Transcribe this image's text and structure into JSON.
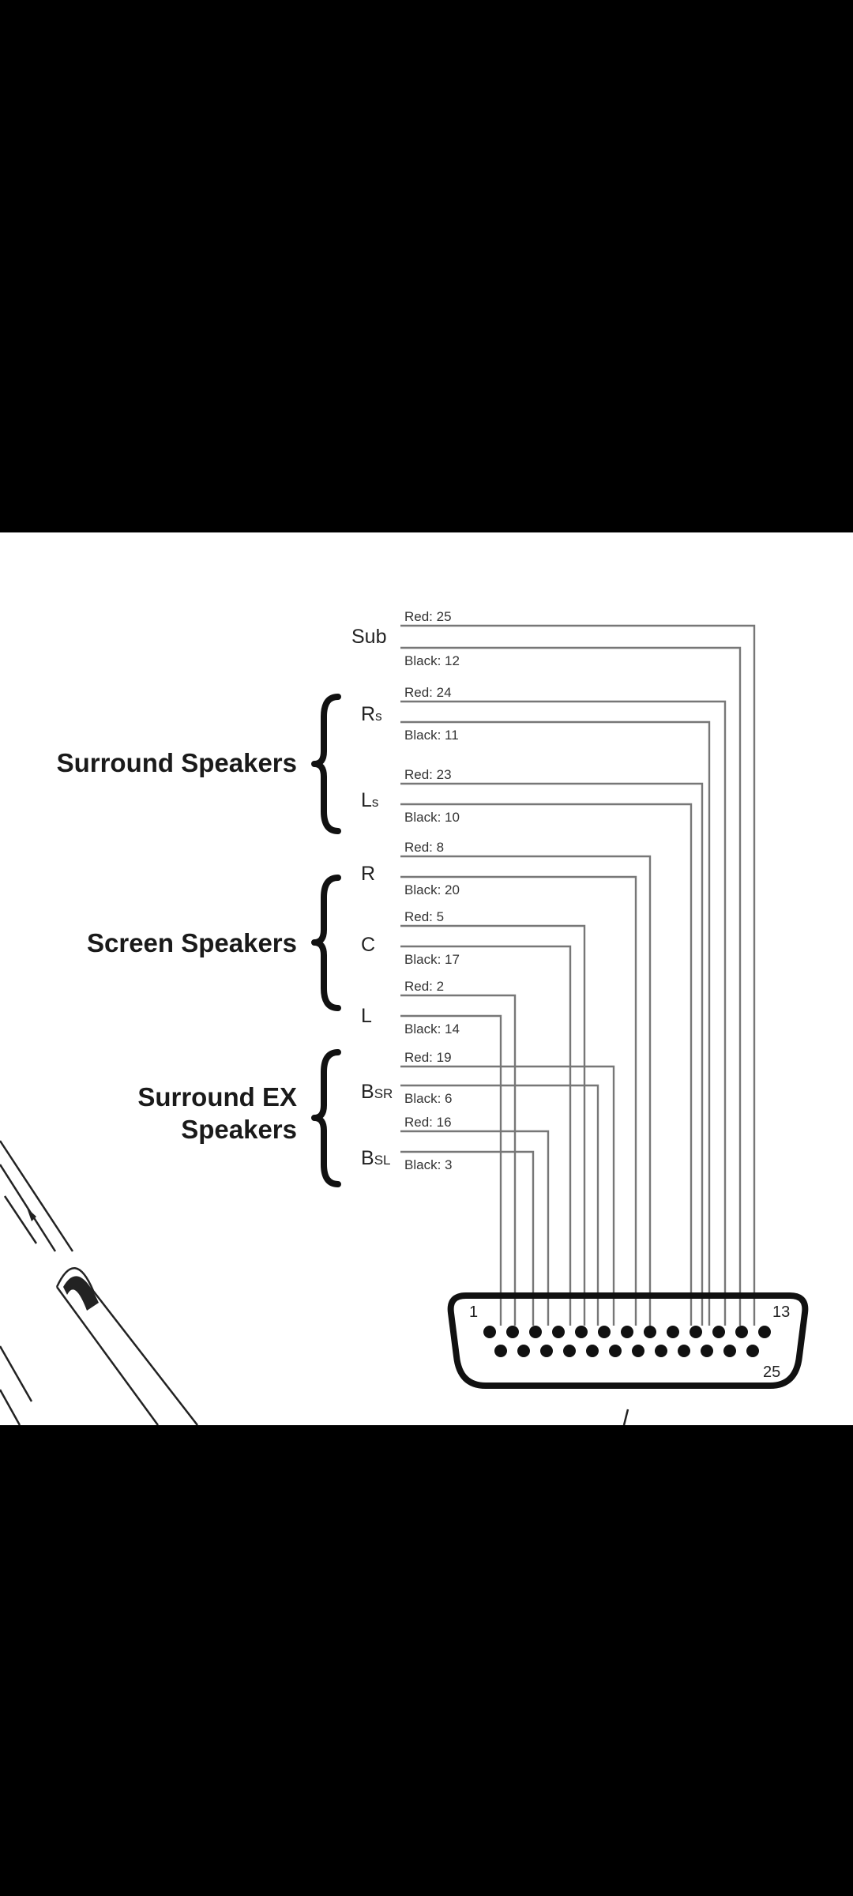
{
  "groups": [
    {
      "lines": [
        "Surround Speakers"
      ]
    },
    {
      "lines": [
        "Screen Speakers"
      ]
    },
    {
      "lines": [
        "Surround EX",
        "Speakers"
      ]
    }
  ],
  "speakers": [
    {
      "main": "Sub",
      "sub": "",
      "red": "Red: 25",
      "black": "Black: 12"
    },
    {
      "main": "R",
      "sub": "s",
      "red": "Red: 24",
      "black": "Black: 11"
    },
    {
      "main": "L",
      "sub": "s",
      "red": "Red: 23",
      "black": "Black: 10"
    },
    {
      "main": "R",
      "sub": "",
      "red": "Red: 8",
      "black": "Black: 20"
    },
    {
      "main": "C",
      "sub": "",
      "red": "Red: 5",
      "black": "Black: 17"
    },
    {
      "main": "L",
      "sub": "",
      "red": "Red: 2",
      "black": "Black: 14"
    },
    {
      "main": "B",
      "sub": "SR",
      "red": "Red: 19",
      "black": "Black: 6"
    },
    {
      "main": "B",
      "sub": "SL",
      "red": "Red: 16",
      "black": "Black: 3"
    }
  ],
  "connector": {
    "pin_first": "1",
    "pin_top_last": "13",
    "pin_last": "25"
  }
}
